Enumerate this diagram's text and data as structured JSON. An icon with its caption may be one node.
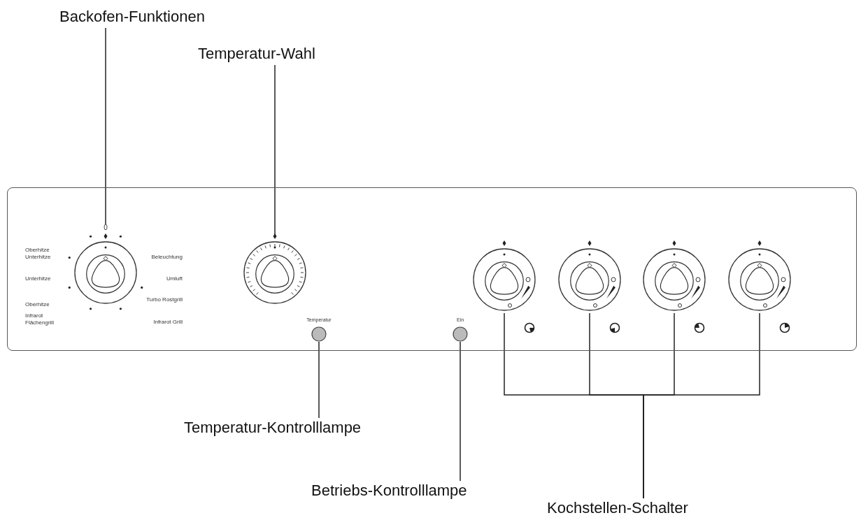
{
  "diagram": {
    "nodes": [
      {
        "text": [],
        "shape": "box"
      },
      {
        "text": [],
        "shape": "circle",
        "in": 0,
        "beside": [
          "0"
        ]
      },
      {
        "text": [],
        "shape": "circle",
        "in": 0
      },
      {
        "text": [],
        "shape": "circle",
        "in": 0,
        "beside": [
          "Temperatur"
        ]
      },
      {
        "text": [],
        "shape": "circle",
        "in": 0,
        "beside": [
          "Ein"
        ]
      },
      {
        "text": [],
        "shape": "circle",
        "in": 0
      },
      {
        "text": [],
        "shape": "circle",
        "in": 0
      },
      {
        "text": [],
        "shape": "circle",
        "in": 0
      },
      {
        "text": [],
        "shape": "circle",
        "in": 0
      },
      {
        "text": [
          "Backofen-Funktionen"
        ]
      },
      {
        "text": [
          "Temperatur-Wahl"
        ]
      },
      {
        "text": [
          "Temperatur-Kontrolllampe"
        ]
      },
      {
        "text": [
          "Betriebs-Kontrolllampe"
        ]
      },
      {
        "text": [
          "Kochstellen-Schalter"
        ]
      }
    ],
    "edges": [
      {
        "from": 9,
        "to": 1,
        "arrow": "none"
      },
      {
        "from": 10,
        "to": 2,
        "arrow": "none"
      },
      {
        "from": 11,
        "to": 3,
        "arrow": "none"
      },
      {
        "from": 12,
        "to": 4,
        "arrow": "none"
      },
      {
        "from": 13,
        "to": 5,
        "arrow": "none"
      },
      {
        "from": 13,
        "to": 6,
        "arrow": "none"
      },
      {
        "from": 13,
        "to": 7,
        "arrow": "none"
      },
      {
        "from": 13,
        "to": 8,
        "arrow": "none"
      }
    ],
    "labels": [
      "Oberhitze Unterhitze",
      "Beleuchtung",
      "Unterhitze",
      "Umluft",
      "Oberhitze",
      "Turbo Rostgrill",
      "Infrarot Flächengrill",
      "Infrarot Grill"
    ]
  }
}
